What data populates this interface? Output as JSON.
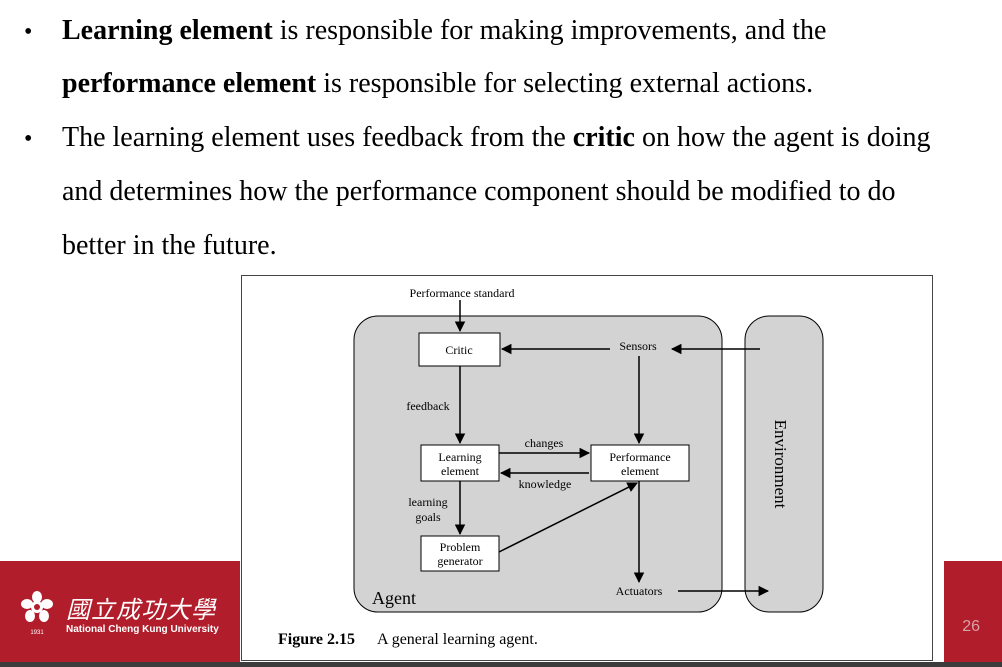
{
  "bullets": [
    {
      "lines": [
        [
          {
            "text": "Learning element",
            "bold": true
          },
          {
            "text": " is responsible for making improvements, and the",
            "bold": false
          }
        ],
        [
          {
            "text": "performance element",
            "bold": true
          },
          {
            "text": " is responsible for selecting external actions.",
            "bold": false
          }
        ]
      ]
    },
    {
      "lines": [
        [
          {
            "text": "The learning element uses feedback from the ",
            "bold": false
          },
          {
            "text": "critic",
            "bold": true
          },
          {
            "text": " on how the agent is doing",
            "bold": false
          }
        ],
        [
          {
            "text": "and determines how the performance component should be modified to do",
            "bold": false
          }
        ],
        [
          {
            "text": "better in the future.",
            "bold": false
          }
        ]
      ]
    }
  ],
  "diagram": {
    "performance_standard": "Performance standard",
    "critic": "Critic",
    "sensors": "Sensors",
    "feedback": "feedback",
    "changes": "changes",
    "knowledge": "knowledge",
    "learning_element": [
      "Learning",
      "element"
    ],
    "performance_element": [
      "Performance",
      "element"
    ],
    "learning_goals": [
      "learning",
      "goals"
    ],
    "problem_generator": [
      "Problem",
      "generator"
    ],
    "actuators": "Actuators",
    "agent": "Agent",
    "environment": "Environment"
  },
  "caption": {
    "number": "Figure 2.15",
    "text": "A general learning agent."
  },
  "footer": {
    "university_cn": "國立成功大學",
    "university_en": "National Cheng Kung University",
    "logo_year": "1931",
    "page_number": "26"
  },
  "colors": {
    "brand_red": "#b21d2b",
    "agent_fill": "#d3d3d3"
  }
}
